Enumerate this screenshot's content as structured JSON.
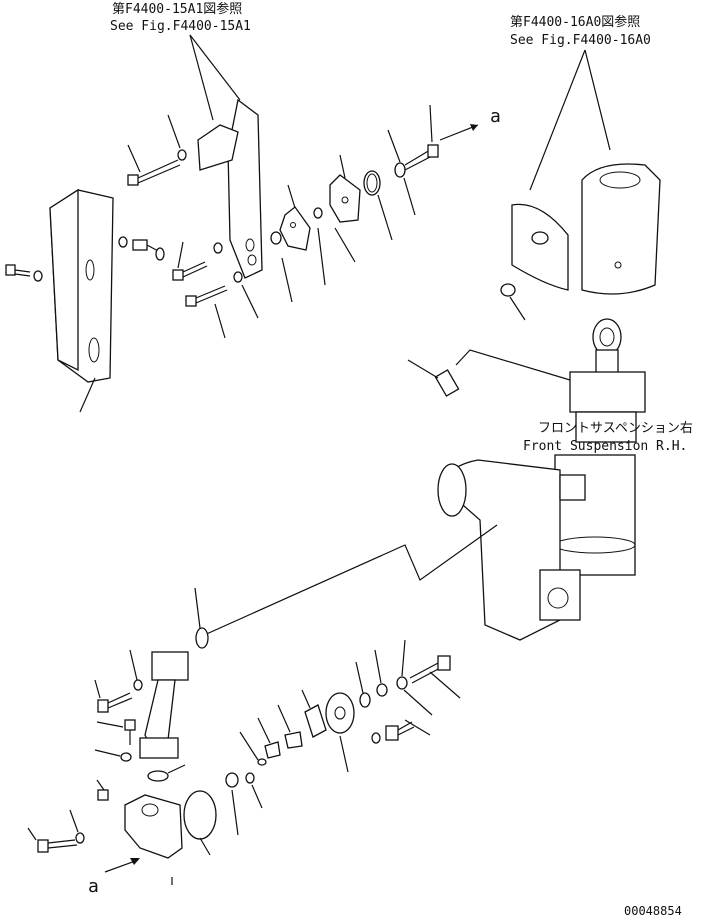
{
  "references": {
    "fig_15a1_jp": "第F4400-15A1図参照",
    "fig_15a1_en": "See Fig.F4400-15A1",
    "fig_16a0_jp": "第F4400-16A0図参照",
    "fig_16a0_en": "See Fig.F4400-16A0"
  },
  "assembly": {
    "label_jp": "フロントサスペンション右",
    "label_en": "Front Suspension R.H."
  },
  "connector": {
    "top_label": "a",
    "bottom_label": "a"
  },
  "drawing_number": "00048854"
}
